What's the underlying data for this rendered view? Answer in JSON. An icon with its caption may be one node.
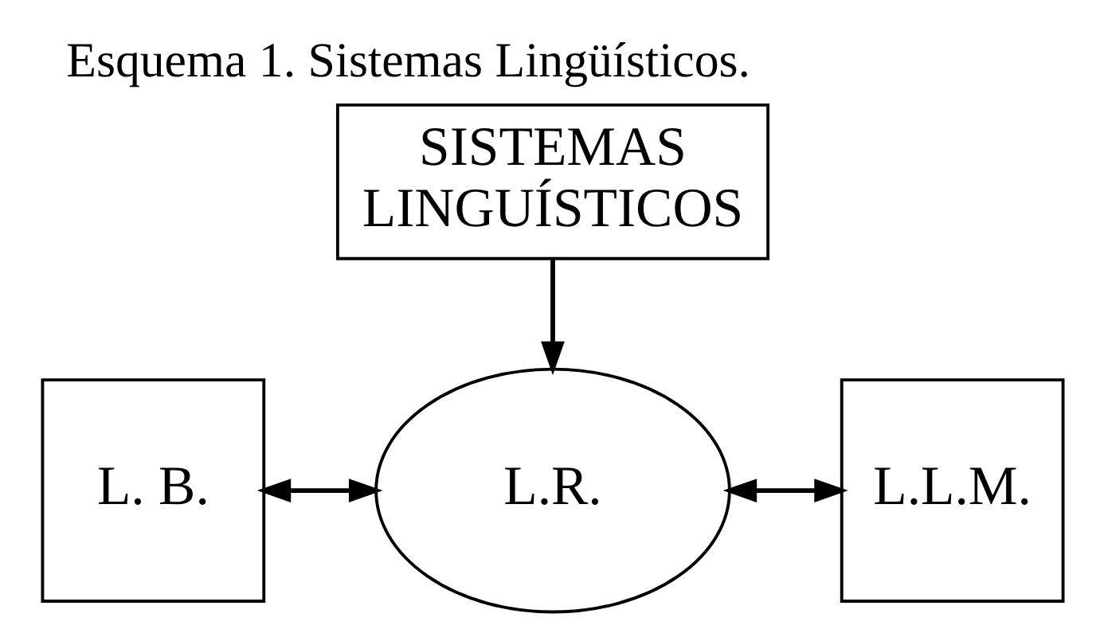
{
  "diagram": {
    "title": "Esquema 1. Sistemas Lingüísticos.",
    "nodes": [
      {
        "text": [
          "SISTEMAS LINGUÍSTICOS"
        ]
      },
      {
        "text": [
          "L. B."
        ]
      },
      {
        "text": [
          "L.R."
        ]
      },
      {
        "text": [
          "L.L.M."
        ]
      }
    ],
    "edges": [
      {
        "from": 0,
        "to": 2,
        "arrow": "to"
      },
      {
        "from": 1,
        "to": 2,
        "arrow": "both"
      },
      {
        "from": 2,
        "to": 3,
        "arrow": "both"
      }
    ]
  }
}
